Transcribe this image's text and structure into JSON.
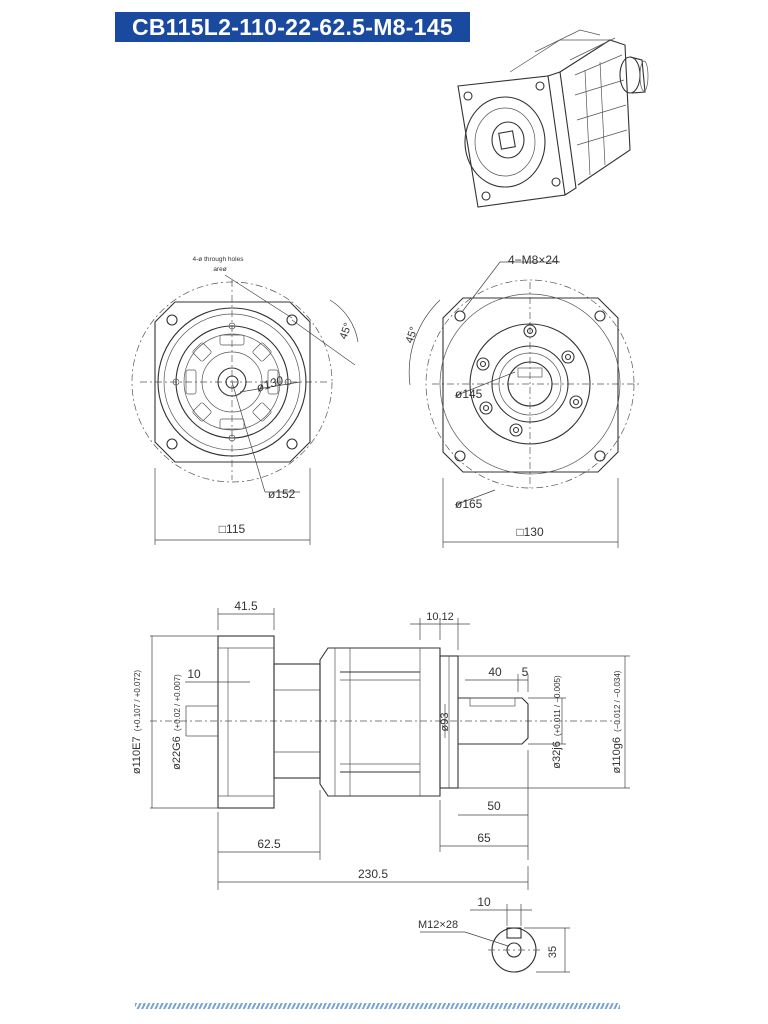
{
  "title": "CB115L2-110-22-62.5-M8-145",
  "front_view": {
    "holes_note_line1": "4-ø through holes",
    "holes_note_line2": "areø",
    "angle": "45°",
    "bolt_circle": "ø130",
    "outer_circle": "ø152",
    "square": "□115"
  },
  "rear_view": {
    "thread_note": "4−M8×24",
    "angle": "45°",
    "bolt_circle": "ø145",
    "outer_circle": "ø165",
    "square": "□130"
  },
  "side_view": {
    "dim_41_5": "41.5",
    "dim_10_12": "10.12",
    "dim_40": "40",
    "dim_5": "5",
    "dim_10": "10",
    "dim_110e7": "ø110E7",
    "dim_110e7_tol": "(+0.107 / +0.072)",
    "dim_22g6": "ø22G6",
    "dim_22g6_tol": "(+0.02 / +0.007)",
    "dim_93": "ø93",
    "dim_32j6": "ø32j6",
    "dim_32j6_tol": "(+0.011 / −0.005)",
    "dim_110g6": "ø110g6",
    "dim_110g6_tol": "(−0.012 / −0.034)",
    "dim_50": "50",
    "dim_62_5": "62.5",
    "dim_65": "65",
    "dim_230_5": "230.5"
  },
  "shaft_end": {
    "dim_10": "10",
    "thread": "M12×28",
    "dim_35": "35"
  },
  "colors": {
    "title_bg": "#1a4aa0",
    "title_fg": "#ffffff",
    "hatch": "#7aa3d6"
  }
}
